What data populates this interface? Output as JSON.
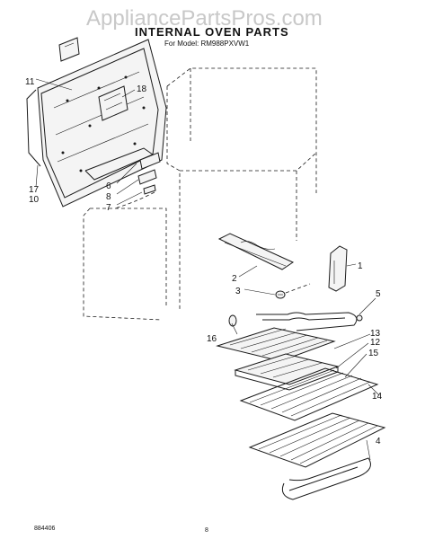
{
  "watermark": "AppliancePartsPros.com",
  "title": "INTERNAL OVEN PARTS",
  "subtitle": "For Model: RM988PXVW1",
  "footer_left": "884406",
  "footer_page": "8",
  "callouts": {
    "c1": "1",
    "c2": "2",
    "c3": "3",
    "c4": "4",
    "c5": "5",
    "c6": "6",
    "c7": "7",
    "c8": "8",
    "c10": "10",
    "c11": "11",
    "c12": "12",
    "c13": "13",
    "c14": "14",
    "c15": "15",
    "c16": "16",
    "c17": "17",
    "c18": "18"
  }
}
